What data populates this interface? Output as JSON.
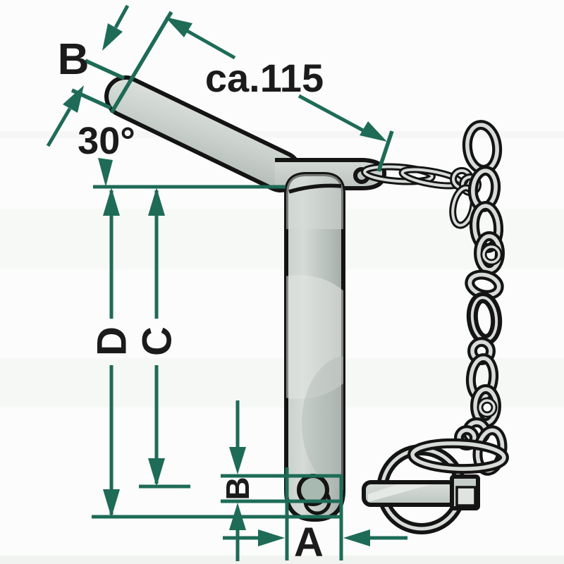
{
  "figure": {
    "kind": "technical-drawing-pin-with-chain-and-linch-pin",
    "labels": {
      "handle_width": "B",
      "handle_length": "ca.115",
      "bend_angle": "30°",
      "length_total": "D",
      "length_to_hole": "C",
      "hole_diameter": "B",
      "pin_diameter": "A"
    },
    "colors": {
      "dimension": "#1e6b57",
      "ink": "#1b1b1b",
      "outline": "#141414",
      "steel_light": "#dde2df",
      "steel_mid": "#c6cdc9",
      "steel_dark": "#a5ada9",
      "tube_light": "#d8dcd9",
      "background": "#fbfcfb"
    }
  }
}
